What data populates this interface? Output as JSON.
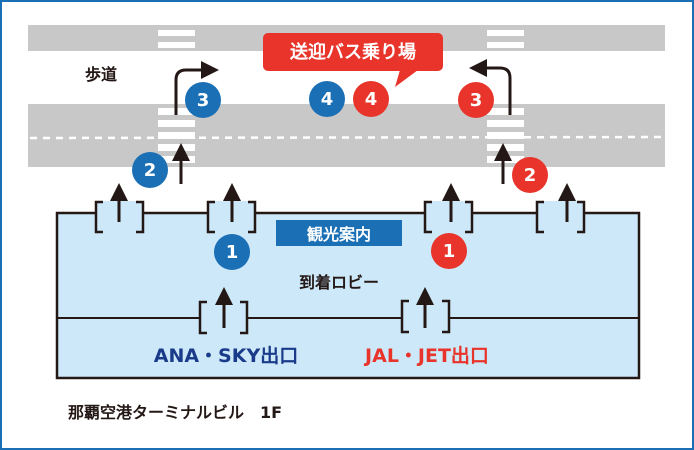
{
  "map": {
    "sidewalk_label": "歩道",
    "bus_stop_label": "送迎バス乗り場",
    "tourist_info_label": "観光案内",
    "arrival_lobby_label": "到着ロビー",
    "ana_exit_label": "ANA・SKY出口",
    "jal_exit_label": "JAL・JET出口",
    "footer_title": "那覇空港ターミナルビル　1F"
  },
  "markers": {
    "blue": [
      {
        "num": "1",
        "route": "ANA・SKY"
      },
      {
        "num": "2",
        "route": "ANA・SKY"
      },
      {
        "num": "3",
        "route": "ANA・SKY"
      },
      {
        "num": "4",
        "route": "ANA・SKY"
      }
    ],
    "red": [
      {
        "num": "1",
        "route": "JAL・JET"
      },
      {
        "num": "2",
        "route": "JAL・JET"
      },
      {
        "num": "3",
        "route": "JAL・JET"
      },
      {
        "num": "4",
        "route": "JAL・JET"
      }
    ]
  },
  "colors": {
    "ana_blue": "#1a6fb5",
    "ana_text": "#1a3a8a",
    "jal_red": "#e8342a",
    "road_gray": "#c8c8c8",
    "lobby_fill": "#cde8f8",
    "info_box": "#1a6fb5",
    "frame": "#1a6fb5"
  }
}
